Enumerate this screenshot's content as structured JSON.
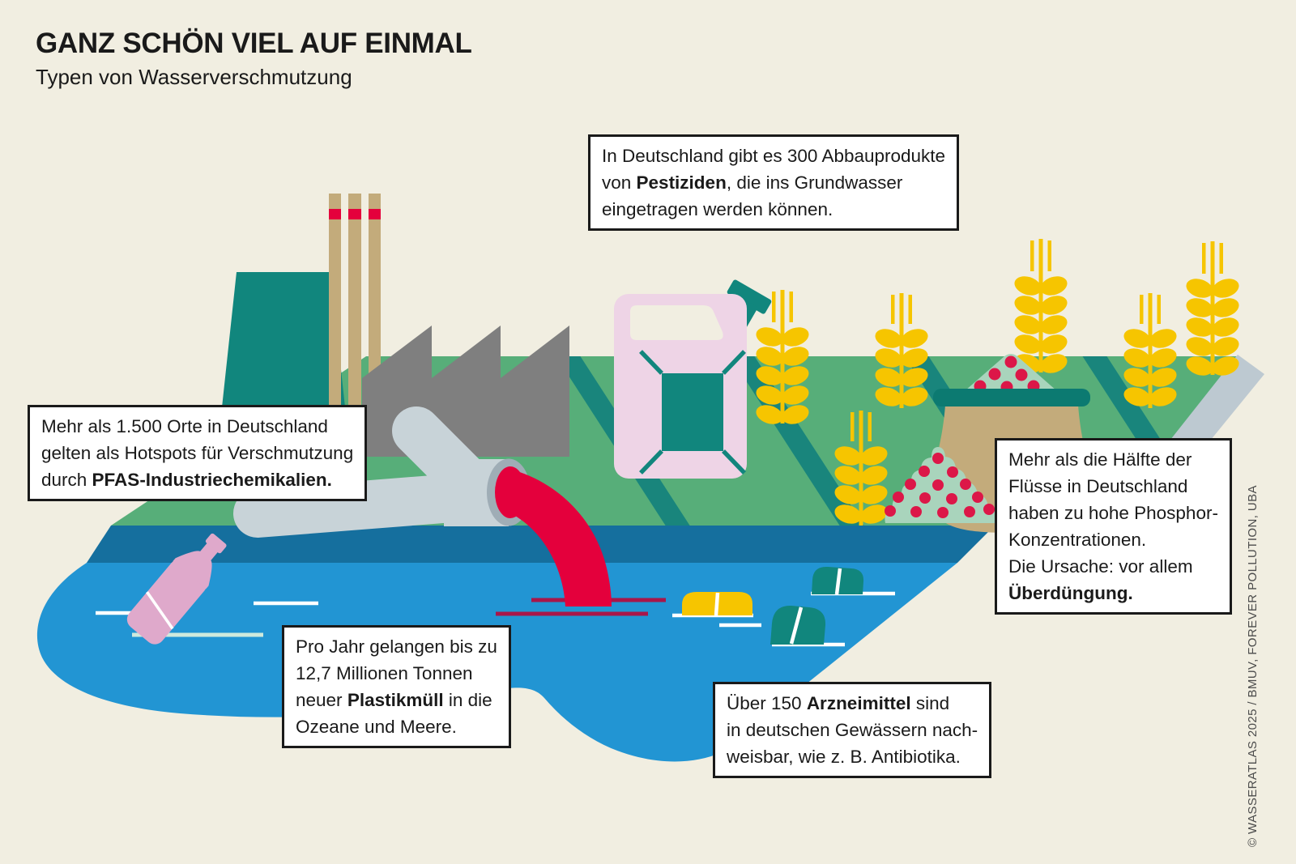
{
  "header": {
    "title": "GANZ SCHÖN VIEL AUF EINMAL",
    "subtitle": "Typen von Wasserverschmutzung"
  },
  "facts": {
    "pesticides": {
      "segments": [
        {
          "text": "In Deutschland gibt es 300 Abbauprodukte"
        },
        {
          "br": true,
          "text": "von "
        },
        {
          "text": "Pestiziden",
          "bold": true
        },
        {
          "text": ", die ins Grundwasser"
        },
        {
          "br": true,
          "text": "eingetragen werden können."
        }
      ]
    },
    "pfas": {
      "segments": [
        {
          "text": "Mehr als 1.500 Orte in Deutschland"
        },
        {
          "br": true,
          "text": "gelten als Hotspots für Verschmutzung"
        },
        {
          "br": true,
          "text": "durch "
        },
        {
          "text": "PFAS-Industriechemikalien.",
          "bold": true
        }
      ]
    },
    "phosphorus": {
      "segments": [
        {
          "text": "Mehr als die Hälfte der"
        },
        {
          "br": true,
          "text": "Flüsse in Deutschland"
        },
        {
          "br": true,
          "text": "haben zu hohe Phosphor-"
        },
        {
          "br": true,
          "text": "Konzentrationen."
        },
        {
          "br": true,
          "text": "Die Ursache: vor allem"
        },
        {
          "br": true,
          "text": "Überdüngung.",
          "bold": true
        }
      ]
    },
    "plastic": {
      "segments": [
        {
          "text": "Pro Jahr gelangen bis zu"
        },
        {
          "br": true,
          "text": "12,7 Millionen Tonnen"
        },
        {
          "br": true,
          "text": "neuer "
        },
        {
          "text": "Plastikmüll",
          "bold": true
        },
        {
          "text": " in die"
        },
        {
          "br": true,
          "text": "Ozeane und Meere."
        }
      ]
    },
    "pharma": {
      "segments": [
        {
          "text": "Über 150 "
        },
        {
          "text": "Arzneimittel",
          "bold": true
        },
        {
          "text": " sind"
        },
        {
          "br": true,
          "text": "in deutschen Gewässern nach-"
        },
        {
          "br": true,
          "text": "weisbar, wie z. B. Antibiotika."
        }
      ]
    }
  },
  "credit": "© WASSERATLAS 2025 / BMUV, FOREVER POLLUTION, UBA",
  "scene": {
    "elements": [
      "cooling-tower-icon",
      "factory-chimneys-icon",
      "factory-building-icon",
      "crop-field",
      "pesticide-canister-icon",
      "wheat-stalk-icon",
      "fertilizer-sack-icon",
      "fertilizer-pile-icon",
      "waste-pipe-icon",
      "toxic-discharge-icon",
      "water-body",
      "plastic-bottle-icon",
      "pill-capsule-icon",
      "water-ripples"
    ]
  },
  "palette": {
    "bg": "#f1eee1",
    "ink": "#1a1a1a",
    "teal": "#11867d",
    "field": "#57ae79",
    "stripe": "#19857c",
    "tan": "#c3ab7b",
    "gray": "#7f7f7f",
    "red": "#e4003c",
    "dotRed": "#dc1748",
    "darkRed": "#a8164a",
    "pipe": "#c8d3d8",
    "pipeRim": "#9fadb6",
    "water": "#2295d3",
    "band": "#156f9e",
    "edge": "#bdc9d1",
    "canisterPink": "#eed4e6",
    "bottlePink": "#dfa9cb",
    "gold": "#f6c500",
    "mint": "#a9d4bc",
    "mintLine": "#cfeadd",
    "sackRim": "#0c7a71"
  }
}
